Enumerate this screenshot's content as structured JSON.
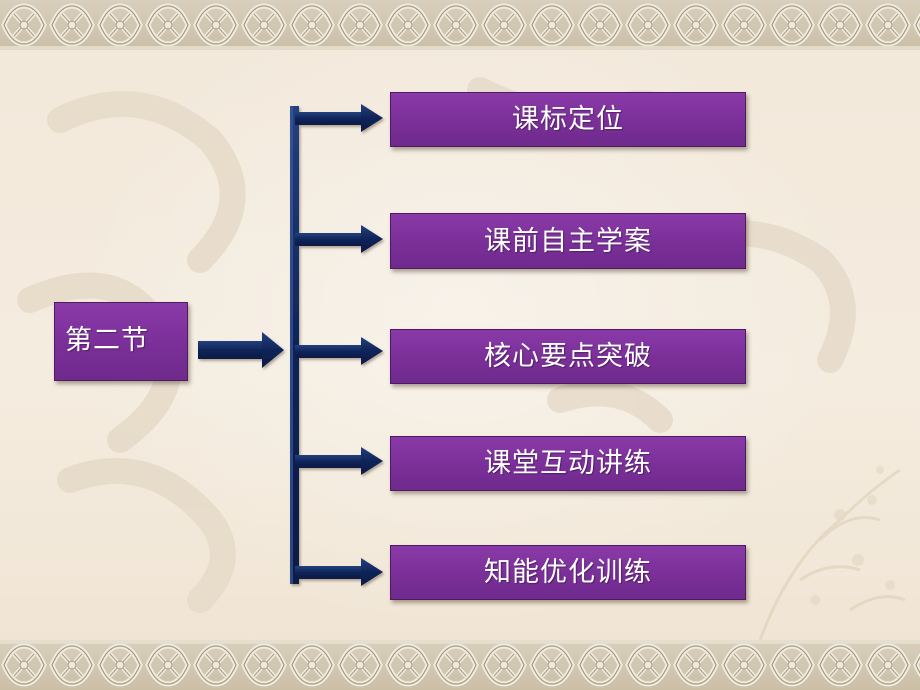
{
  "slide": {
    "root_label": "第二节",
    "items": [
      {
        "label": "课标定位"
      },
      {
        "label": "课前自主学案"
      },
      {
        "label": "核心要点突破"
      },
      {
        "label": "课堂互动讲练"
      },
      {
        "label": "知能优化训练"
      }
    ]
  },
  "colors": {
    "node_fill": "#7a2f98",
    "connector": "#0e1f54",
    "background": "#f3eadd",
    "border_band": "#c9bfa8"
  },
  "icons": {
    "connector_arrow": "arrow-right-icon",
    "decor_top": "ornamental-border",
    "decor_bottom": "ornamental-border"
  }
}
